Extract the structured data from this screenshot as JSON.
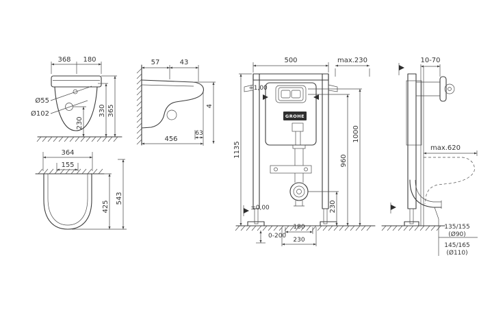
{
  "colors": {
    "ink": "#3a3a3a",
    "background": "#ffffff",
    "badge": "#2e2e2e"
  },
  "labels": {
    "front": {
      "w368": "368",
      "w180": "180",
      "d55": "Ø55",
      "d102": "Ø102",
      "h230": "230",
      "h330": "330",
      "h365": "365"
    },
    "side": {
      "d57": "57",
      "d43": "43",
      "depth": "456",
      "d63": "63",
      "h4": "4"
    },
    "top": {
      "w364": "364",
      "w155": "155",
      "l425": "425",
      "l543": "543"
    },
    "frame": {
      "w500": "500",
      "max_depth": "max.230",
      "h1135": "1135",
      "h1000": "1000",
      "h960": "960",
      "h230": "230",
      "lvl_plus": "+1,00",
      "lvl_zero": "±0,00",
      "feet_range": "0-200",
      "off180": "180",
      "off230": "230",
      "brand": "GROHE"
    },
    "frame_side": {
      "wall_range": "10-70",
      "max_proj": "max.620",
      "outlet1": "135/155",
      "outlet1_dia": "(Ø90)",
      "outlet2": "145/165",
      "outlet2_dia": "(Ø110)"
    }
  }
}
